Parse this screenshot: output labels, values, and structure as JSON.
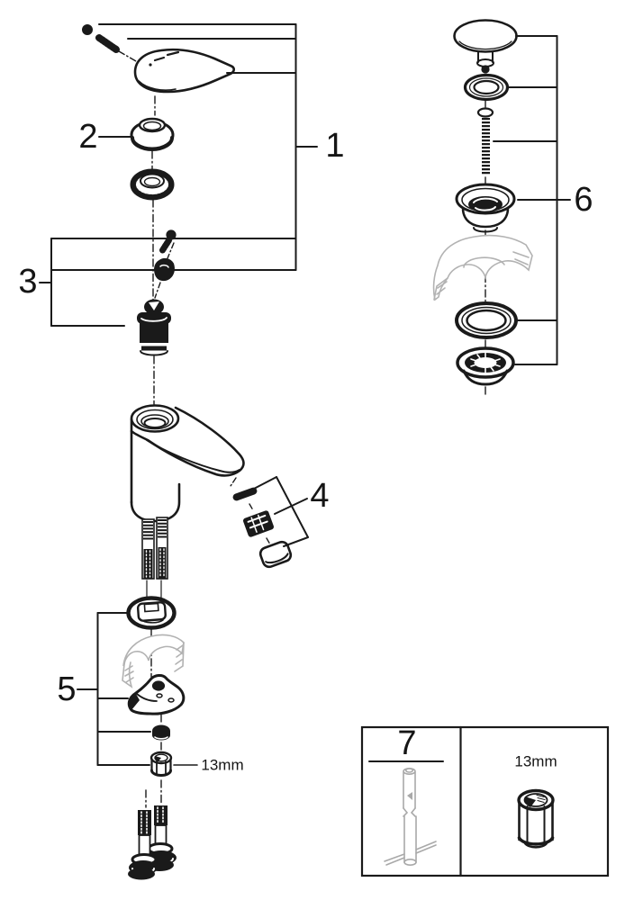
{
  "diagram": {
    "colors": {
      "line": "#1a1a1a",
      "gray": "#b2b2b2",
      "background": "#ffffff"
    },
    "callouts": {
      "part1": "1",
      "part2": "2",
      "part3": "3",
      "part4": "4",
      "part5": "5",
      "part6": "6",
      "part7": "7"
    },
    "annotations": {
      "wrench_size": "13mm"
    }
  }
}
